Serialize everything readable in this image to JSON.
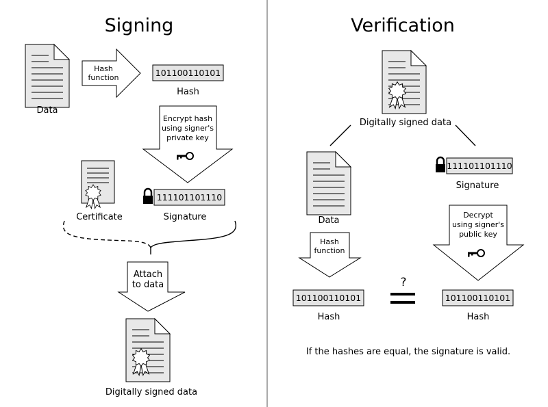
{
  "signing": {
    "title": "Signing",
    "data_label": "Data",
    "hash_function_line1": "Hash",
    "hash_function_line2": "function",
    "hash_value": "101100110101",
    "hash_label": "Hash",
    "encrypt_line1": "Encrypt hash",
    "encrypt_line2": "using signer's",
    "encrypt_line3": "private key",
    "certificate_label": "Certificate",
    "signature_value": "111101101110",
    "signature_label": "Signature",
    "attach_line1": "Attach",
    "attach_line2": "to data",
    "signed_data_label": "Digitally signed data"
  },
  "verification": {
    "title": "Verification",
    "signed_data_label": "Digitally signed data",
    "data_label": "Data",
    "signature_value": "111101101110",
    "signature_label": "Signature",
    "hash_function_line1": "Hash",
    "hash_function_line2": "function",
    "decrypt_line1": "Decrypt",
    "decrypt_line2": "using signer's",
    "decrypt_line3": "public key",
    "hash_value_left": "101100110101",
    "hash_label_left": "Hash",
    "question_mark": "?",
    "hash_value_right": "101100110101",
    "hash_label_right": "Hash",
    "conclusion": "If the hashes are equal, the signature is valid."
  }
}
